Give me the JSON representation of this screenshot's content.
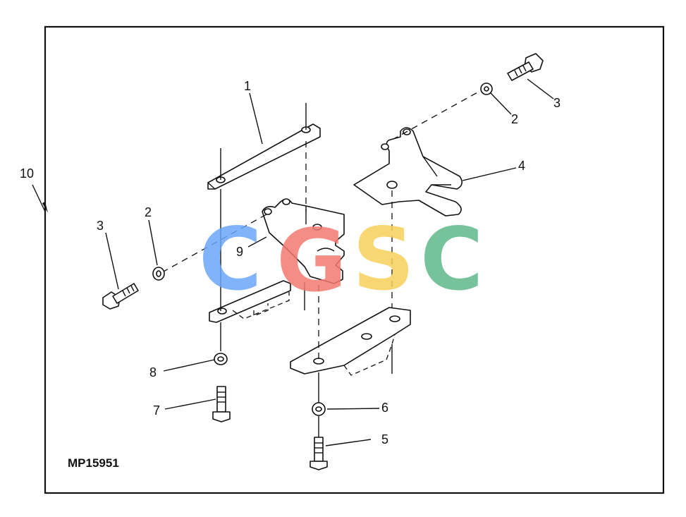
{
  "figure_id": "MP15951",
  "callouts": {
    "c1": "1",
    "c2a": "2",
    "c2b": "2",
    "c3a": "3",
    "c3b": "3",
    "c4": "4",
    "c5": "5",
    "c6": "6",
    "c7": "7",
    "c8": "8",
    "c9": "9",
    "c10": "10"
  },
  "watermark": {
    "letters": [
      "C",
      "G",
      "S",
      "C"
    ],
    "colors": [
      "#6aa6f8",
      "#f27a70",
      "#f7d15a",
      "#5db88a"
    ]
  },
  "colors": {
    "ink": "#111111",
    "paper": "#ffffff"
  }
}
